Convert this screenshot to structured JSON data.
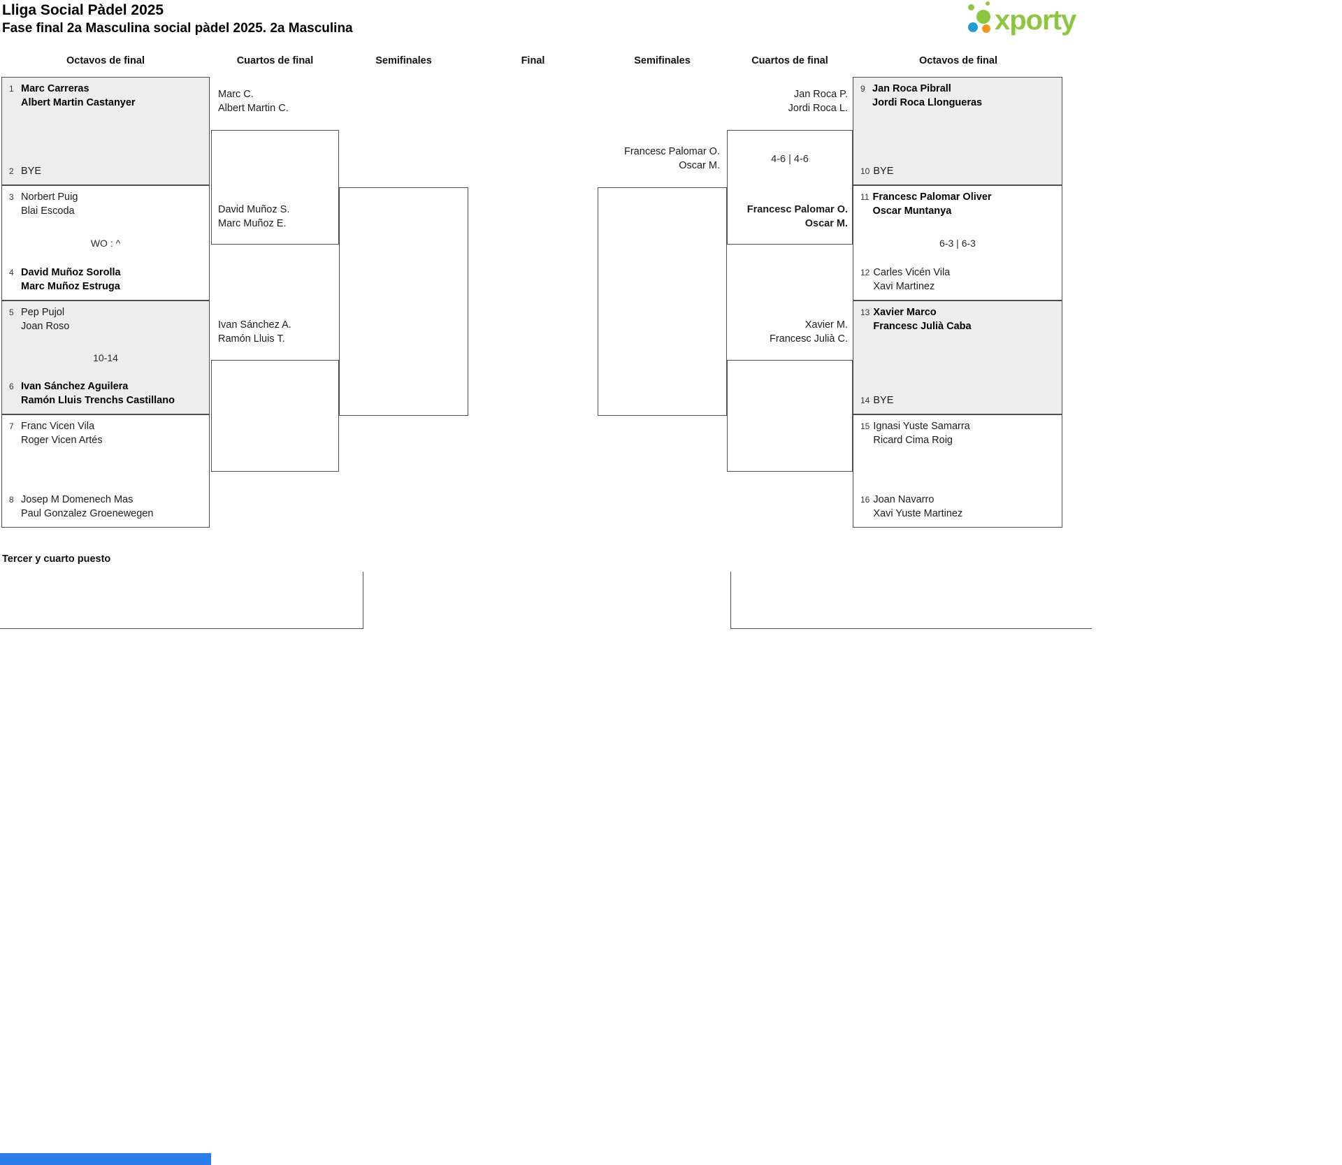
{
  "header": {
    "title": "Lliga Social Pàdel 2025",
    "subtitle": "Fase final 2a Masculina social pàdel 2025. 2a Masculina"
  },
  "logo": {
    "text": "xporty"
  },
  "round_headers": [
    "Octavos de final",
    "Cuartos de final",
    "Semifinales",
    "Final",
    "Semifinales",
    "Cuartos de final",
    "Octavos de final"
  ],
  "left_octavos": [
    {
      "top": {
        "seed": "1",
        "name": "Marc Carreras\nAlbert Martin Castanyer"
      },
      "bottom": {
        "seed": "2",
        "name": "BYE"
      },
      "score": ""
    },
    {
      "top": {
        "seed": "3",
        "name": "Norbert Puig\nBlai Escoda"
      },
      "bottom": {
        "seed": "4",
        "name": "David Muñoz Sorolla\nMarc Muñoz Estruga"
      },
      "score": "WO : ^"
    },
    {
      "top": {
        "seed": "5",
        "name": "Pep Pujol\nJoan Roso"
      },
      "bottom": {
        "seed": "6",
        "name": "Ivan Sánchez Aguilera\nRamón Lluis Trenchs Castillano"
      },
      "score": "10-14"
    },
    {
      "top": {
        "seed": "7",
        "name": "Franc Vicen Vila\nRoger Vicen Artés"
      },
      "bottom": {
        "seed": "8",
        "name": "Josep M Domenech Mas\nPaul Gonzalez Groenewegen"
      },
      "score": ""
    }
  ],
  "left_cuartos": {
    "qf1_top": "Marc C.\nAlbert Martin C.",
    "qf1_bottom": "David Muñoz S.\nMarc Muñoz E.",
    "qf2_top": "Ivan Sánchez A.\nRamón Lluis T.",
    "qf2_bottom": ""
  },
  "right_semifinal": {
    "feeder": "Francesc Palomar O.\nOscar M."
  },
  "right_cuartos": {
    "qf1_top": "Jan Roca P.\nJordi Roca L.",
    "qf1_score": "4-6 | 4-6",
    "qf1_winner": "Francesc Palomar O.\nOscar M.",
    "qf2_top": "Xavier M.\nFrancesc Julià C."
  },
  "right_octavos": [
    {
      "top": {
        "seed": "9",
        "name": "Jan Roca Pibrall\nJordi Roca Llongueras"
      },
      "bottom": {
        "seed": "10",
        "name": "BYE"
      },
      "score": ""
    },
    {
      "top": {
        "seed": "11",
        "name": "Francesc Palomar Oliver\nOscar Muntanya"
      },
      "bottom": {
        "seed": "12",
        "name": "Carles Vicén Vila\nXavi Martinez"
      },
      "score": "6-3 | 6-3"
    },
    {
      "top": {
        "seed": "13",
        "name": "Xavier Marco\nFrancesc Julià Caba"
      },
      "bottom": {
        "seed": "14",
        "name": "BYE"
      },
      "score": ""
    },
    {
      "top": {
        "seed": "15",
        "name": "Ignasi Yuste Samarra\nRicard Cima Roig"
      },
      "bottom": {
        "seed": "16",
        "name": "Joan Navarro\nXavi Yuste Martinez"
      },
      "score": ""
    }
  ],
  "third_place": {
    "title": "Tercer y cuarto puesto"
  }
}
